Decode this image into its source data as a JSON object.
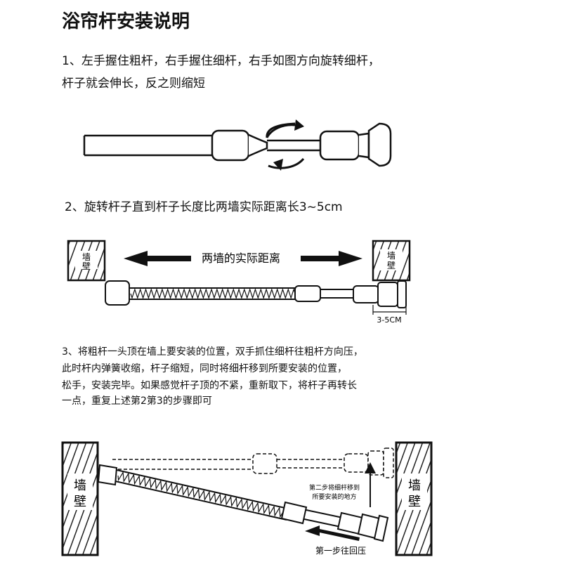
{
  "title": "浴帘杆安装说明",
  "step1": {
    "line1": "1、左手握住粗杆，右手握住细杆，右手如图方向旋转细杆，",
    "line2": "杆子就会伸长，反之则缩短"
  },
  "step2": {
    "text": "2、旋转杆子直到杆子长度比两墙实际距离长3~5cm"
  },
  "diagram2": {
    "distance_label": "两墙的实际距离",
    "wall_label_line1": "墙",
    "wall_label_line2": "壁",
    "gap_label": "3-5CM"
  },
  "step3": {
    "line1": "3、将粗杆一头顶在墙上要安装的位置，双手抓住细杆往粗杆方向压，",
    "line2": "此时杆内弹簧收缩，杆子缩短，同时将细杆移到所要安装的位置，",
    "line3": "松手，安装完毕。如果感觉杆子顶的不紧，重新取下，将杆子再转长",
    "line4": "一点，重复上述第2第3的步骤即可"
  },
  "diagram3": {
    "wall_label_line1": "墙",
    "wall_label_line2": "壁",
    "note_step2_line1": "第二步将细杆移到",
    "note_step2_line2": "所要安装的地方",
    "note_step1": "第一步往回压"
  }
}
